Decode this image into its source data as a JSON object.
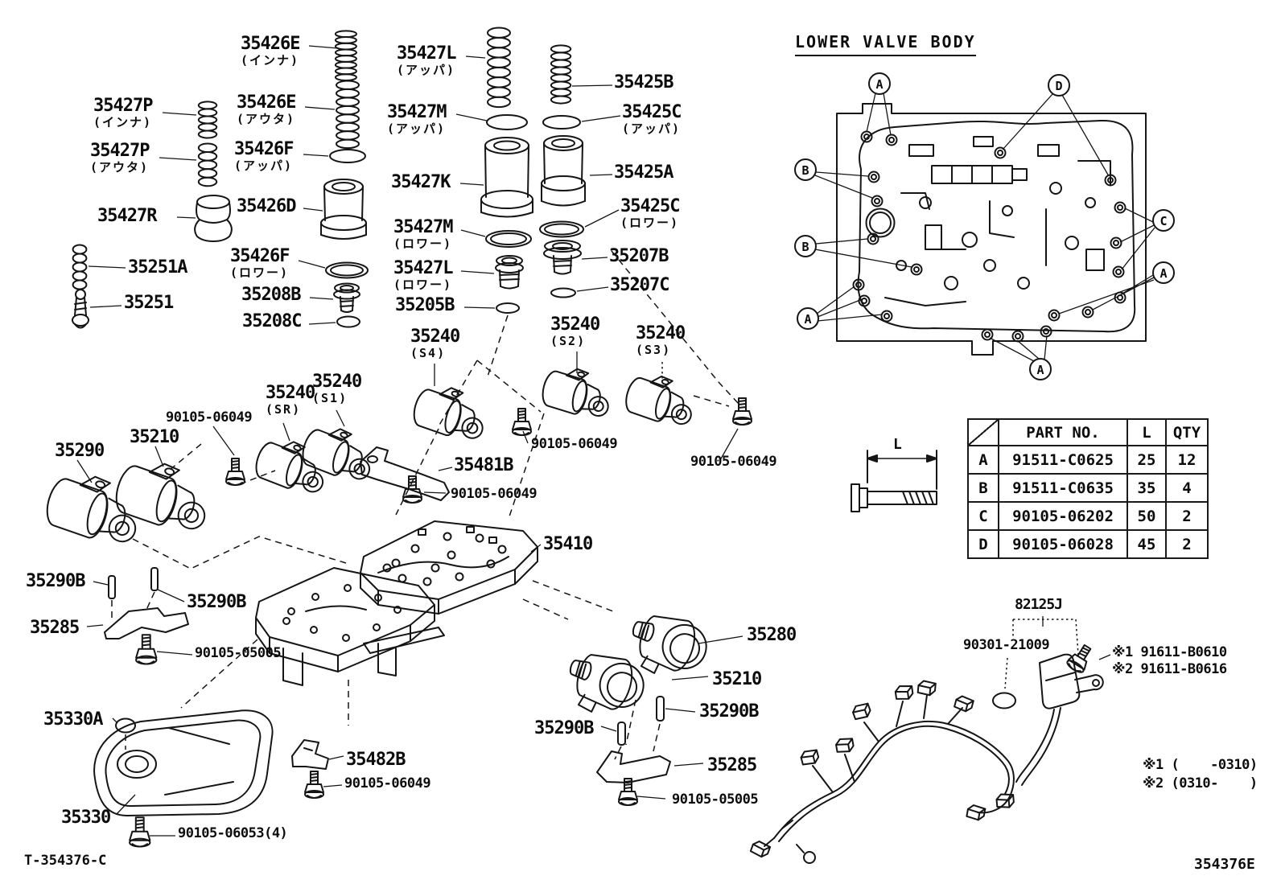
{
  "title": "LOWER VALVE BODY",
  "doc_number_left": "T-354376-C",
  "doc_number_right": "354376E",
  "dim_label": "L",
  "colors": {
    "ink": "#151515",
    "background": "#ffffff"
  },
  "labels": [
    {
      "t": "35426E",
      "s": "(インナ)"
    },
    {
      "t": "35427P",
      "s": "(インナ)"
    },
    {
      "t": "35426E",
      "s": "(アウタ)"
    },
    {
      "t": "35427P",
      "s": "(アウタ)"
    },
    {
      "t": "35426F",
      "s": "(アッパ)"
    },
    {
      "t": "35427R"
    },
    {
      "t": "35426D"
    },
    {
      "t": "35251A"
    },
    {
      "t": "35251"
    },
    {
      "t": "35426F",
      "s": "(ロワー)"
    },
    {
      "t": "35208B"
    },
    {
      "t": "35208C"
    },
    {
      "t": "35427L",
      "s": "(アッパ)"
    },
    {
      "t": "35427M",
      "s": "(アッパ)"
    },
    {
      "t": "35427K"
    },
    {
      "t": "35427M",
      "s": "(ロワー)"
    },
    {
      "t": "35427L",
      "s": "(ロワー)"
    },
    {
      "t": "35205B"
    },
    {
      "t": "35425B"
    },
    {
      "t": "35425C",
      "s": "(アッパ)"
    },
    {
      "t": "35425A"
    },
    {
      "t": "35425C",
      "s": "(ロワー)"
    },
    {
      "t": "35207B"
    },
    {
      "t": "35207C"
    },
    {
      "t": "35240",
      "s": "(S4)"
    },
    {
      "t": "35240",
      "s": "(S2)"
    },
    {
      "t": "35240",
      "s": "(S3)"
    },
    {
      "t": "35240",
      "s": "(SR)"
    },
    {
      "t": "35240",
      "s": "(S1)"
    },
    {
      "t": "90105-06049"
    },
    {
      "t": "35290"
    },
    {
      "t": "35210"
    },
    {
      "t": "90105-06049"
    },
    {
      "t": "90105-06049"
    },
    {
      "t": "35481B"
    },
    {
      "t": "90105-06049"
    },
    {
      "t": "35410"
    },
    {
      "t": "35290B"
    },
    {
      "t": "35290B"
    },
    {
      "t": "35285"
    },
    {
      "t": "90105-05005"
    },
    {
      "t": "35280"
    },
    {
      "t": "35210"
    },
    {
      "t": "35290B"
    },
    {
      "t": "35290B"
    },
    {
      "t": "35285"
    },
    {
      "t": "90105-05005"
    },
    {
      "t": "35330A"
    },
    {
      "t": "35330"
    },
    {
      "t": "90105-06053(4)"
    },
    {
      "t": "35482B"
    },
    {
      "t": "90105-06049"
    },
    {
      "t": "82125J"
    },
    {
      "t": "90301-21009"
    }
  ],
  "notes": {
    "n1": "※1 91611-B0610",
    "n2": "※2 91611-B0616",
    "d1": "※1 (    -0310)",
    "d2": "※2 (0310-    )"
  },
  "callouts": [
    "A",
    "D",
    "B",
    "B",
    "C",
    "A",
    "A",
    "A"
  ],
  "table": {
    "headers": {
      "part": "PART NO.",
      "l": "L",
      "qty": "QTY"
    },
    "rows": [
      {
        "id": "A",
        "part": "91511-C0625",
        "l": "25",
        "qty": "12"
      },
      {
        "id": "B",
        "part": "91511-C0635",
        "l": "35",
        "qty": "4"
      },
      {
        "id": "C",
        "part": "90105-06202",
        "l": "50",
        "qty": "2"
      },
      {
        "id": "D",
        "part": "90105-06028",
        "l": "45",
        "qty": "2"
      }
    ]
  }
}
